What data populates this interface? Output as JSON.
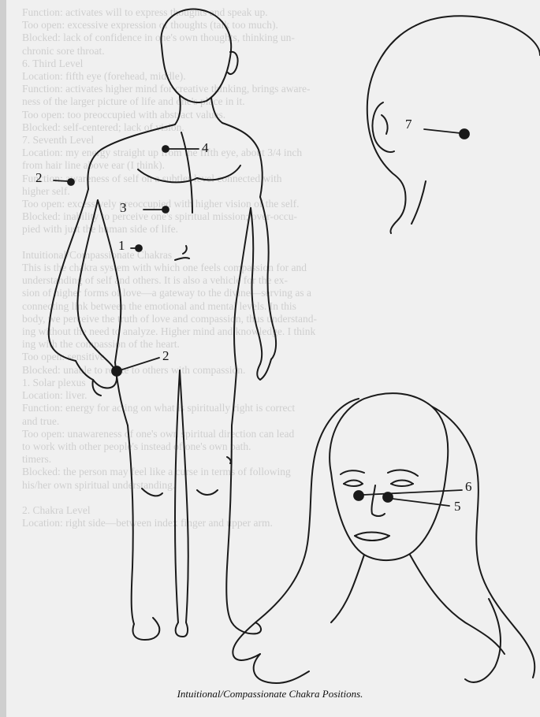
{
  "background_text": [
    "Function: activates will to express thoughts and speak up.",
    "Too open: excessive expression of thoughts (talk too much).",
    "Blocked: lack of confidence in one's own thoughts, thinking un-",
    "    chronic sore throat.",
    "6. Third Level",
    "Location: fifth eye (forehead, middle).",
    "Function: activates higher mind for creative thinking, brings aware-",
    "    ness of the larger picture of life and one's place in it.",
    "Too open: too preoccupied with abstract values.",
    "Blocked: self-centered; lack of vision.",
    "7. Seventh Level",
    "Location: my energy straight up from the fifth eye, about 3/4 inch",
    "    from hair line above ear (I think).",
    "Function: awareness of self on a subtler level connected with",
    "    higher self.",
    "Too open: excessively preoccupied with higher vision of the self.",
    "Blocked: inability to perceive one's spiritual mission; over-occu-",
    "    pied with just the human side of life.",
    "",
    "Intuitional/Compassionate Chakras",
    "This is the chakra system with which one feels compassion for and",
    "understanding of self and others. It is also a vehicle for the ex-",
    "sion of higher forms of love—a gateway to the divine—serving as a",
    "connecting link between the emotional and mental levels. In this",
    "body, we perceive the truth of love and compassion, thus understand-",
    "ing without the need to analyze. Higher mind and knowledge. I think",
    "ing with the compassion of the heart.",
    "Too open: sensitive.",
    "Blocked: unable to relate to others with compassion.",
    "1. Solar plexus",
    "Location: liver.",
    "Function: energy for acting on what is spiritually right is correct",
    "    and true.",
    "Too open: unawareness of one's own spiritual direction can lead",
    "    to work with other people's instead of one's own path.",
    "    timers.",
    "Blocked: the person may feel like a curse in terms of following",
    "    his/her own spiritual understanding.",
    "",
    "2. Chakra Level",
    "Location: right side—between index finger and upper arm."
  ],
  "labels": {
    "n1": "1",
    "n2_upper": "2",
    "n2_lower": "2",
    "n3": "3",
    "n4": "4",
    "n5": "5",
    "n6": "6",
    "n7": "7"
  },
  "caption": "Intuitional/Compassionate Chakra Positions.",
  "colors": {
    "ink": "#1a1a1a",
    "paper": "#f0f0f0",
    "bg_text": "#8a8a8a"
  }
}
